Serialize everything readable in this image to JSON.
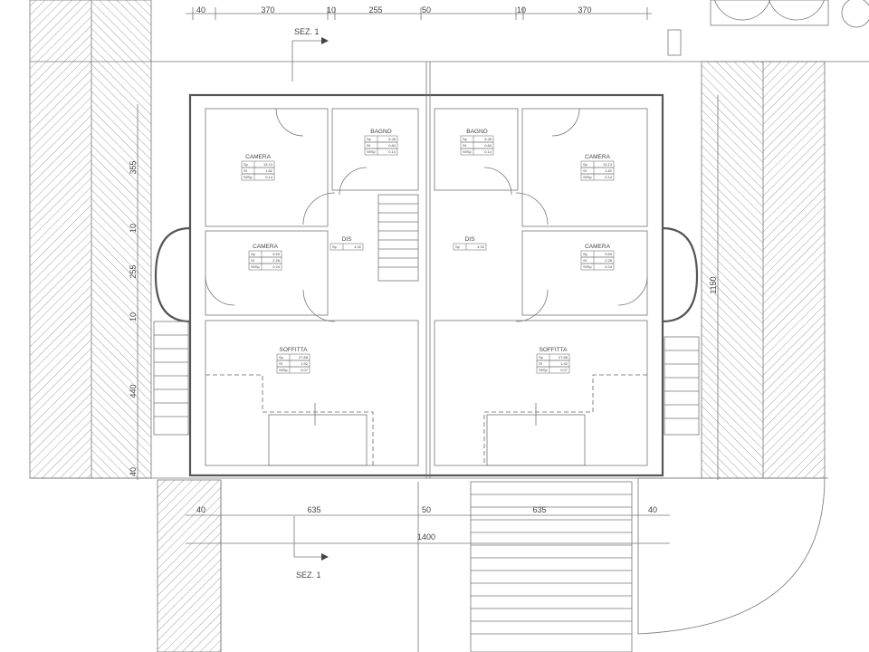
{
  "top_dimensions": [
    "40",
    "370",
    "10",
    "255",
    "50",
    "10",
    "370"
  ],
  "left_dimensions": [
    "355",
    "10",
    "255",
    "10",
    "440",
    "40"
  ],
  "right_dimensions": [
    "1150"
  ],
  "bottom_dimensions": [
    "40",
    "635",
    "50",
    "635",
    "40"
  ],
  "total_width": "1400",
  "section_labels": [
    "SEZ. 1",
    "SEZ. 1"
  ],
  "rooms": [
    {
      "name": "CAMERA",
      "rows": [
        [
          "Sp",
          "13.13"
        ],
        [
          "Sf",
          "1.82"
        ],
        [
          "Sf/Sp",
          "0.14"
        ]
      ]
    },
    {
      "name": "BAGNO",
      "rows": [
        [
          "Sp",
          "5.48"
        ],
        [
          "Sf",
          "0.84"
        ],
        [
          "Sf/Sp",
          "0.14"
        ]
      ]
    },
    {
      "name": "BAGNO",
      "rows": [
        [
          "Sp",
          "5.48"
        ],
        [
          "Sf",
          "0.84"
        ],
        [
          "Sf/Sp",
          "0.14"
        ]
      ]
    },
    {
      "name": "CAMERA",
      "rows": [
        [
          "Sp",
          "13.13"
        ],
        [
          "Sf",
          "1.82"
        ],
        [
          "Sf/Sp",
          "0.14"
        ]
      ]
    },
    {
      "name": "CAMERA",
      "rows": [
        [
          "Sp",
          "9.59"
        ],
        [
          "Sf",
          "2.28"
        ],
        [
          "Sf/Sp",
          "0.24"
        ]
      ]
    },
    {
      "name": "DIS",
      "rows": [
        [
          "Sp",
          "4.32"
        ]
      ]
    },
    {
      "name": "DIS",
      "rows": [
        [
          "Sp",
          "4.32"
        ]
      ]
    },
    {
      "name": "CAMERA",
      "rows": [
        [
          "Sp",
          "9.59"
        ],
        [
          "Sf",
          "2.28"
        ],
        [
          "Sf/Sp",
          "0.24"
        ]
      ]
    },
    {
      "name": "SOFFITTA",
      "rows": [
        [
          "Sp",
          "27.88"
        ],
        [
          "Sf",
          "1.92"
        ],
        [
          "Sf/Sp",
          "0.07"
        ]
      ]
    },
    {
      "name": "SOFFITTA",
      "rows": [
        [
          "Sp",
          "27.88"
        ],
        [
          "Sf",
          "1.92"
        ],
        [
          "Sf/Sp",
          "0.07"
        ]
      ]
    }
  ]
}
